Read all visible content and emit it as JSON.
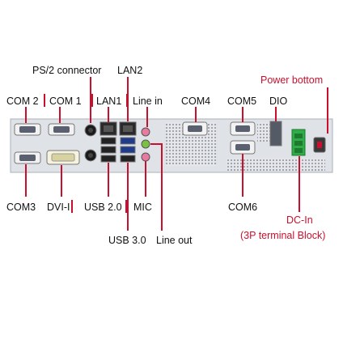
{
  "labels": {
    "ps2": "PS/2 connector",
    "lan2": "LAN2",
    "power": "Power bottom",
    "com2": "COM 2",
    "com1": "COM 1",
    "lan1": "LAN1",
    "linein": "Line in",
    "com4": "COM4",
    "com5": "COM5",
    "dio": "DIO",
    "com3": "COM3",
    "dvi": "DVI-I",
    "usb2": "USB 2.0",
    "mic": "MIC",
    "com6": "COM6",
    "dcin": "DC-In",
    "terminal": "(3P terminal Block)",
    "usb3": "USB 3.0",
    "lineout": "Line out"
  },
  "colors": {
    "callout": "#c8102e",
    "panel": "#dfe3e8",
    "terminal": "#2fae48"
  }
}
